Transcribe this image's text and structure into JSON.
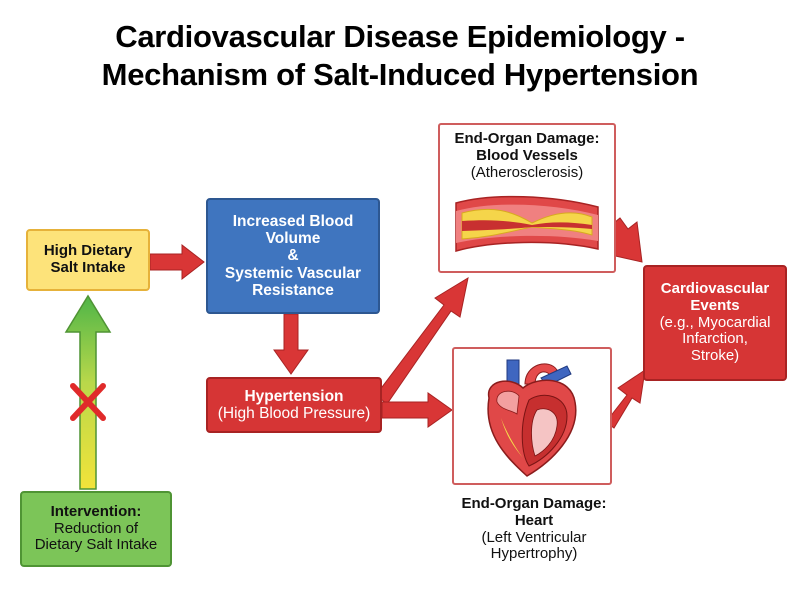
{
  "title": {
    "line1": "Cardiovascular Disease Epidemiology -",
    "line2": "Mechanism of Salt-Induced Hypertension"
  },
  "nodes": {
    "salt": {
      "line1": "High Dietary",
      "line2": "Salt Intake"
    },
    "blood": {
      "line1": "Increased Blood",
      "line2": "Volume",
      "line3": "&",
      "line4": "Systemic Vascular",
      "line5": "Resistance"
    },
    "hypertension": {
      "title": "Hypertension",
      "subtitle": "(High Blood Pressure)"
    },
    "vessels": {
      "line1": "End-Organ Damage:",
      "line2": "Blood Vessels",
      "sub": "(Atherosclerosis)"
    },
    "heart": {
      "line1": "End-Organ Damage:",
      "line2": "Heart",
      "sub1": "(Left Ventricular",
      "sub2": "Hypertrophy)"
    },
    "events": {
      "line1": "Cardiovascular",
      "line2": "Events",
      "sub1": "(e.g., Myocardial",
      "sub2": "Infarction,",
      "sub3": "Stroke)"
    },
    "intervention": {
      "title": "Intervention:",
      "line1": "Reduction of",
      "line2": "Dietary Salt Intake"
    }
  },
  "colors": {
    "arrow_red": "#d93636",
    "salt_yellow": "#fde37a",
    "blood_blue": "#3f75bf",
    "hyper_red": "#d63535",
    "intervention_green": "#7cc558",
    "block_mark": "#e02a2a"
  },
  "icons": [
    "artery-plaque-icon",
    "heart-hypertrophy-icon",
    "block-x-icon"
  ]
}
